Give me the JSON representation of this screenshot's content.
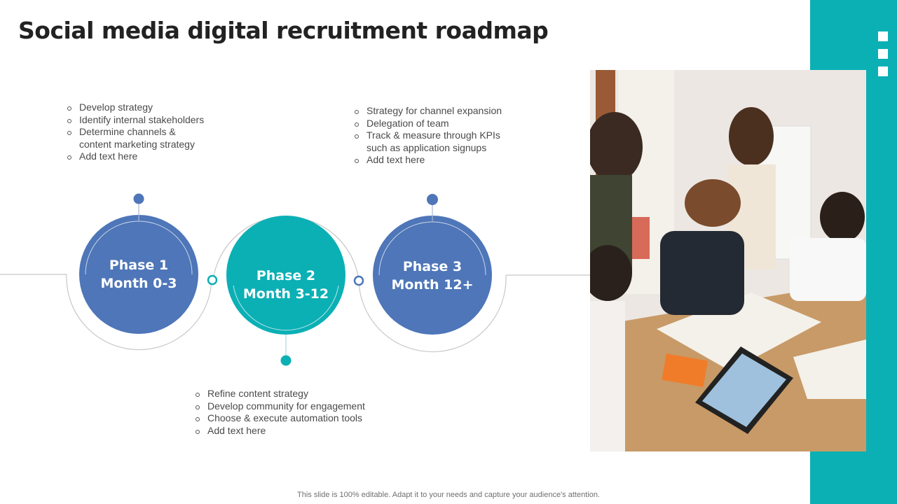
{
  "slide": {
    "title": "Social media digital recruitment roadmap",
    "footer": "This slide is 100% editable. Adapt it to your needs and capture your audience's attention."
  },
  "colors": {
    "teal": "#0bb0b5",
    "blue": "#4e76b8",
    "line_gray": "#c8c8c8",
    "title": "#222222",
    "body_text": "#4a4a4a"
  },
  "decor": {
    "menu_icon": "three-square-menu-icon",
    "photo": "team-meeting-around-table-photo"
  },
  "phases": [
    {
      "name": "Phase 1",
      "period": "Month 0-3",
      "color": "blue",
      "bullets": [
        "Develop strategy",
        "Identify internal stakeholders",
        "Determine channels & content marketing strategy",
        "Add text here"
      ]
    },
    {
      "name": "Phase 2",
      "period": "Month 3-12",
      "color": "teal",
      "bullets": [
        "Refine content strategy",
        "Develop community for engagement",
        "Choose & execute automation tools",
        "Add text here"
      ]
    },
    {
      "name": "Phase 3",
      "period": "Month 12+",
      "color": "blue",
      "bullets": [
        "Strategy for channel expansion",
        "Delegation of team",
        "Track & measure through KPIs such as application signups",
        "Add text here"
      ]
    }
  ]
}
